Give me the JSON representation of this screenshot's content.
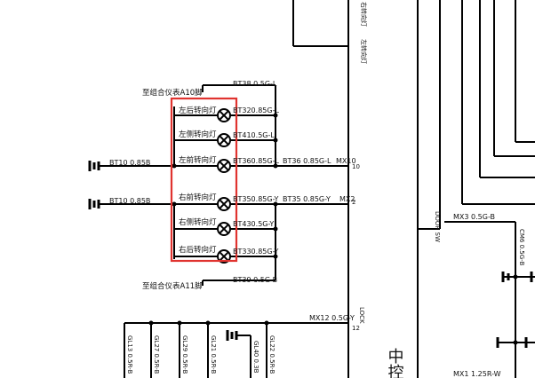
{
  "labels": {
    "to_cluster_a10": "至组合仪表A10脚",
    "to_cluster_a11": "至组合仪表A11脚",
    "central_lock": "中控锁",
    "top_right_1": "右转向灯",
    "top_right_2": "左转向灯",
    "door_sw": "DOOR SW",
    "lock": "LOCK"
  },
  "lamps": [
    {
      "name": "左后转向灯",
      "wire": "BT320.85G-L"
    },
    {
      "name": "左侧转向灯",
      "wire": "BT410.5G-L"
    },
    {
      "name": "左前转向灯",
      "wire": "BT360.85G-L"
    },
    {
      "name": "右前转向灯",
      "wire": "BT350.85G-Y"
    },
    {
      "name": "右侧转向灯",
      "wire": "BT430.5G-Y"
    },
    {
      "name": "右后转向灯",
      "wire": "BT330.85G-Y"
    }
  ],
  "wires": {
    "bt38": "BT38 0.5G-L",
    "bt39": "BT39 0.5G-B",
    "bt36": "BT36  0.85G-L",
    "bt35": "BT35  0.85G-Y",
    "mx10": "MX10",
    "mx2": "MX2",
    "gnd_left_1": "BT10 0.85B",
    "gnd_left_2": "BT10 0.85B",
    "mx3": "MX3 0.5G-B",
    "mx12": "MX12 0.5G-Y",
    "cm6": "CM6 0.5G-B",
    "mx_bottom": "MX1  1.25R-W",
    "pin_10": "10",
    "pin_2": "2",
    "pin_12": "12"
  },
  "bottom_wires": [
    "GL13 0.5R-B",
    "GL27 0.5R-B",
    "GL29 0.5R-B",
    "GL21 0.5R-B",
    "GL40 0.3B",
    "GL22 0.5R-B"
  ],
  "colors": {
    "wire": "#000000",
    "highlight": "#e0332f",
    "background": "#ffffff"
  }
}
